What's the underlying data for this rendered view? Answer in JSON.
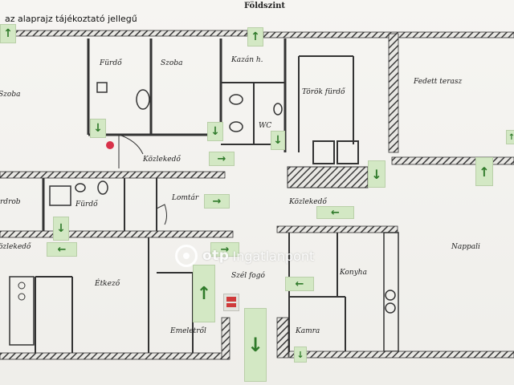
{
  "title": "Földszint",
  "note": "az alaprajz tájékoztató jellegű",
  "watermark": {
    "brand": "otp",
    "suffix": "Ingatlanpont"
  },
  "rooms": {
    "szoba_left": "Szoba",
    "furdo_top": "Fürdő",
    "szoba_top": "Szoba",
    "kazan": "Kazán h.",
    "wc": "WC",
    "torok_furdo": "Török fürdő",
    "fedett_terasz": "Fedett terasz",
    "kozlekedo_1": "Közlekedő",
    "kozlekedo_2": "Közlekedő",
    "kozlekedo_left": "özlekedő",
    "gardrob": "rdrob",
    "furdo_mid": "Fürdő",
    "lomtar": "Lomtár",
    "nappali": "Nappali",
    "etkezo": "Étkező",
    "szel_fogo": "Szél fogó",
    "konyha": "Konyha",
    "emeletrol": "Emeletről",
    "kamra": "Kamra"
  },
  "colors": {
    "wall": "#3b3b3b",
    "sign_bg": "#d3e8c4",
    "arrow": "#2f7a2a",
    "alarm": "#d8324a"
  }
}
